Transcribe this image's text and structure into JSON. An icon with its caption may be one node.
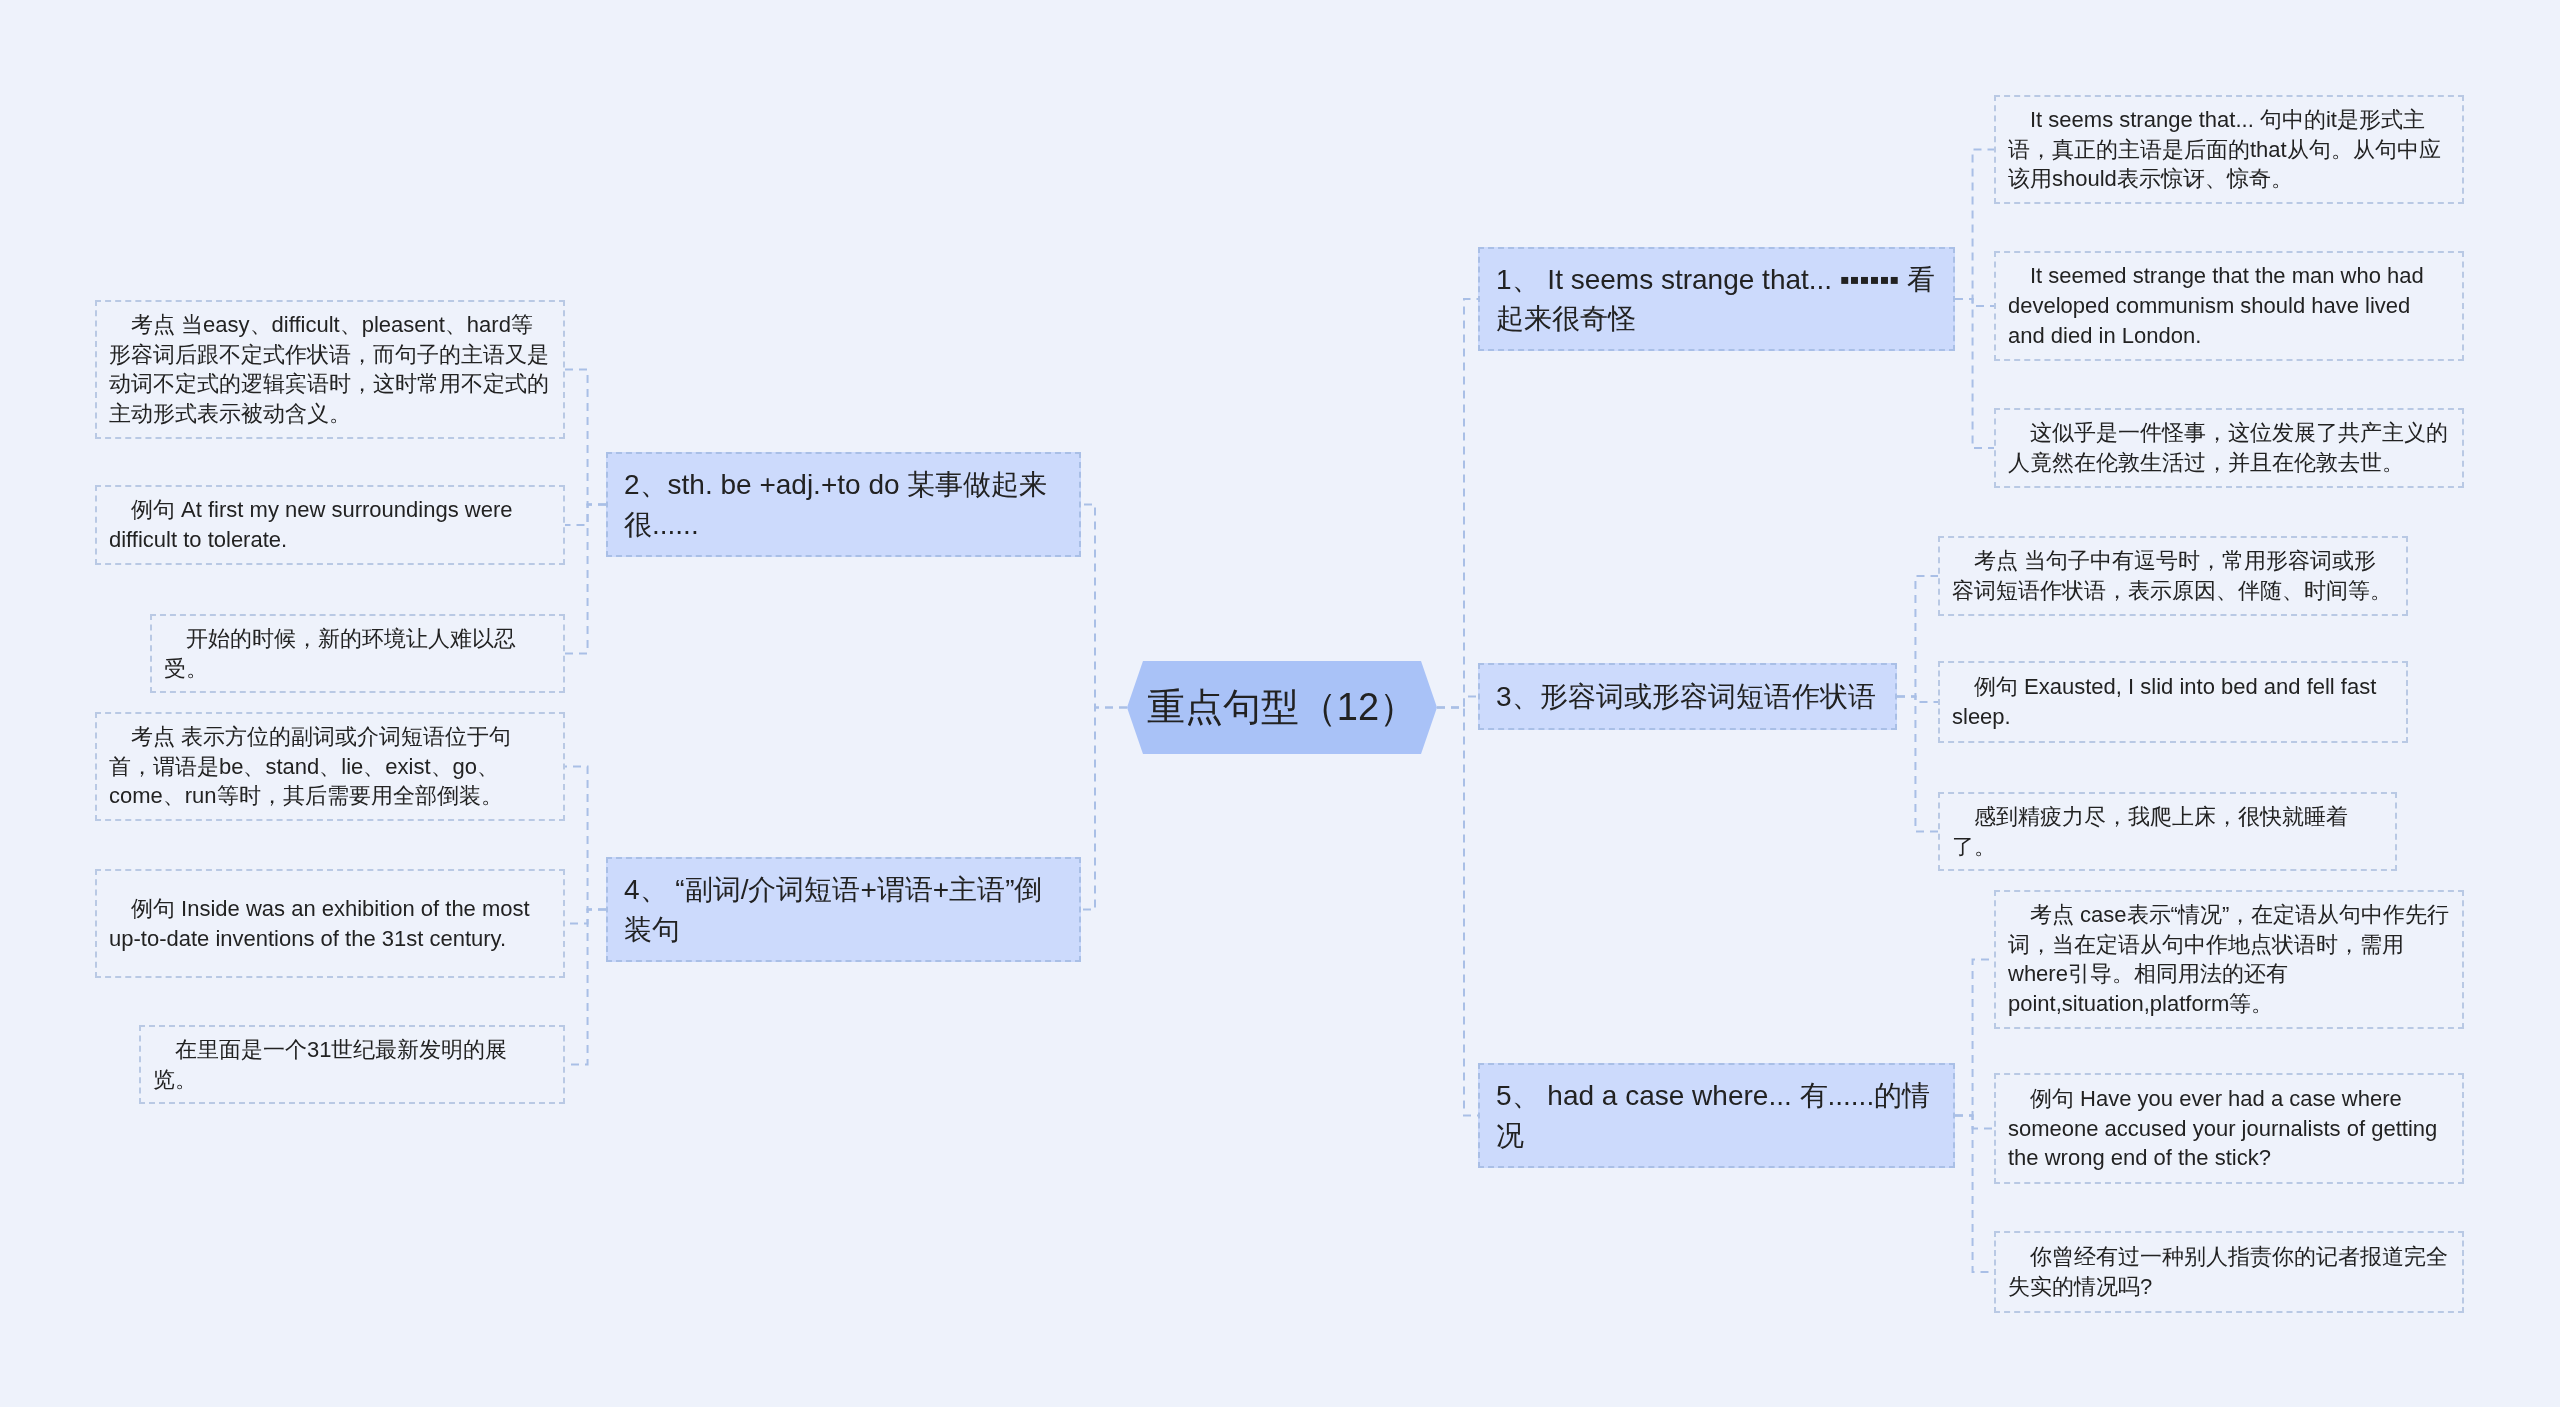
{
  "diagram": {
    "nodes": [
      {
        "text": [
          "重点句型（12）"
        ]
      },
      {
        "text": [
          "1、 It seems strange that... ▪▪▪▪▪▪ 看起来很奇怪"
        ]
      },
      {
        "text": [
          "It seems strange that... 句中的it是形式主语，真正的主语是后面的that从句。从句中应该用should表示惊讶、惊奇。"
        ]
      },
      {
        "text": [
          "It seemed strange that the man who had developed communism should have lived and died in London."
        ]
      },
      {
        "text": [
          "这似乎是一件怪事，这位发展了共产主义的人竟然在伦敦生活过，并且在伦敦去世。"
        ]
      },
      {
        "text": [
          "2、sth. be +adj.+to do 某事做起来很......"
        ]
      },
      {
        "text": [
          "考点 当easy、difficult、pleasent、hard等形容词后跟不定式作状语，而句子的主语又是动词不定式的逻辑宾语时，这时常用不定式的主动形式表示被动含义。"
        ]
      },
      {
        "text": [
          "例句 At first my new surroundings were difficult to tolerate."
        ]
      },
      {
        "text": [
          "开始的时候，新的环境让人难以忍受。"
        ]
      },
      {
        "text": [
          "3、形容词或形容词短语作状语"
        ]
      },
      {
        "text": [
          "考点 当句子中有逗号时，常用形容词或形容词短语作状语，表示原因、伴随、时间等。"
        ]
      },
      {
        "text": [
          "例句 Exausted, I slid into bed and fell fast sleep."
        ]
      },
      {
        "text": [
          "感到精疲力尽，我爬上床，很快就睡着了。"
        ]
      },
      {
        "text": [
          "4、 “副词/介词短语+谓语+主语”倒装句"
        ]
      },
      {
        "text": [
          "考点 表示方位的副词或介词短语位于句首，谓语是be、stand、lie、exist、go、come、run等时，其后需要用全部倒装。"
        ]
      },
      {
        "text": [
          "例句 Inside was an exhibition of the most up-to-date inventions of the 31st century."
        ]
      },
      {
        "text": [
          "在里面是一个31世纪最新发明的展览。"
        ]
      },
      {
        "text": [
          "5、 had a case where... 有......的情况"
        ]
      },
      {
        "text": [
          "考点 case表示“情况”，在定语从句中作先行词，当在定语从句中作地点状语时，需用where引导。相同用法的还有point,situation,platform等。"
        ]
      },
      {
        "text": [
          "例句 Have you ever had a case where someone accused your journalists of getting the wrong end of the stick?"
        ]
      },
      {
        "text": [
          "你曾经有过一种别人指责你的记者报道完全失实的情况吗?"
        ]
      }
    ],
    "edges": [
      {
        "from": 0,
        "to": 1,
        "arrow": "none"
      },
      {
        "from": 1,
        "to": 2,
        "arrow": "none"
      },
      {
        "from": 1,
        "to": 3,
        "arrow": "none"
      },
      {
        "from": 1,
        "to": 4,
        "arrow": "none"
      },
      {
        "from": 0,
        "to": 5,
        "arrow": "none"
      },
      {
        "from": 5,
        "to": 6,
        "arrow": "none"
      },
      {
        "from": 5,
        "to": 7,
        "arrow": "none"
      },
      {
        "from": 5,
        "to": 8,
        "arrow": "none"
      },
      {
        "from": 0,
        "to": 9,
        "arrow": "none"
      },
      {
        "from": 9,
        "to": 10,
        "arrow": "none"
      },
      {
        "from": 9,
        "to": 11,
        "arrow": "none"
      },
      {
        "from": 9,
        "to": 12,
        "arrow": "none"
      },
      {
        "from": 0,
        "to": 13,
        "arrow": "none"
      },
      {
        "from": 13,
        "to": 14,
        "arrow": "none"
      },
      {
        "from": 13,
        "to": 15,
        "arrow": "none"
      },
      {
        "from": 13,
        "to": 16,
        "arrow": "none"
      },
      {
        "from": 0,
        "to": 17,
        "arrow": "none"
      },
      {
        "from": 17,
        "to": 18,
        "arrow": "none"
      },
      {
        "from": 17,
        "to": 19,
        "arrow": "none"
      },
      {
        "from": 17,
        "to": 20,
        "arrow": "none"
      }
    ]
  }
}
